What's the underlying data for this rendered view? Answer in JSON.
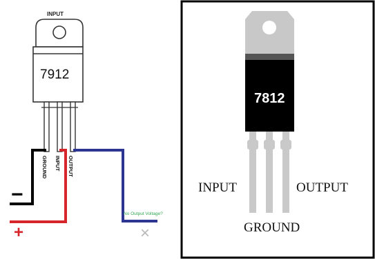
{
  "left_diagram": {
    "top_label": "INPUT",
    "part_number": "7912",
    "pin_labels": [
      "GROUND",
      "INPUT",
      "OUTPUT"
    ],
    "note": "No Output Voltage?",
    "minus_sign": "−",
    "plus_sign": "+",
    "x_mark": "×",
    "colors": {
      "ground_wire": "#000000",
      "input_wire": "#d7262b",
      "output_wire": "#2d3592",
      "note_text": "#33a852",
      "x_mark": "#b9b9b9"
    }
  },
  "right_diagram": {
    "part_number": "7812",
    "input_label": "INPUT",
    "output_label": "OUTPUT",
    "ground_label": "GROUND",
    "colors": {
      "tab": "#c8c8c8",
      "body": "#000000",
      "pins": "#c9c9c9",
      "frame": "#000000"
    }
  }
}
